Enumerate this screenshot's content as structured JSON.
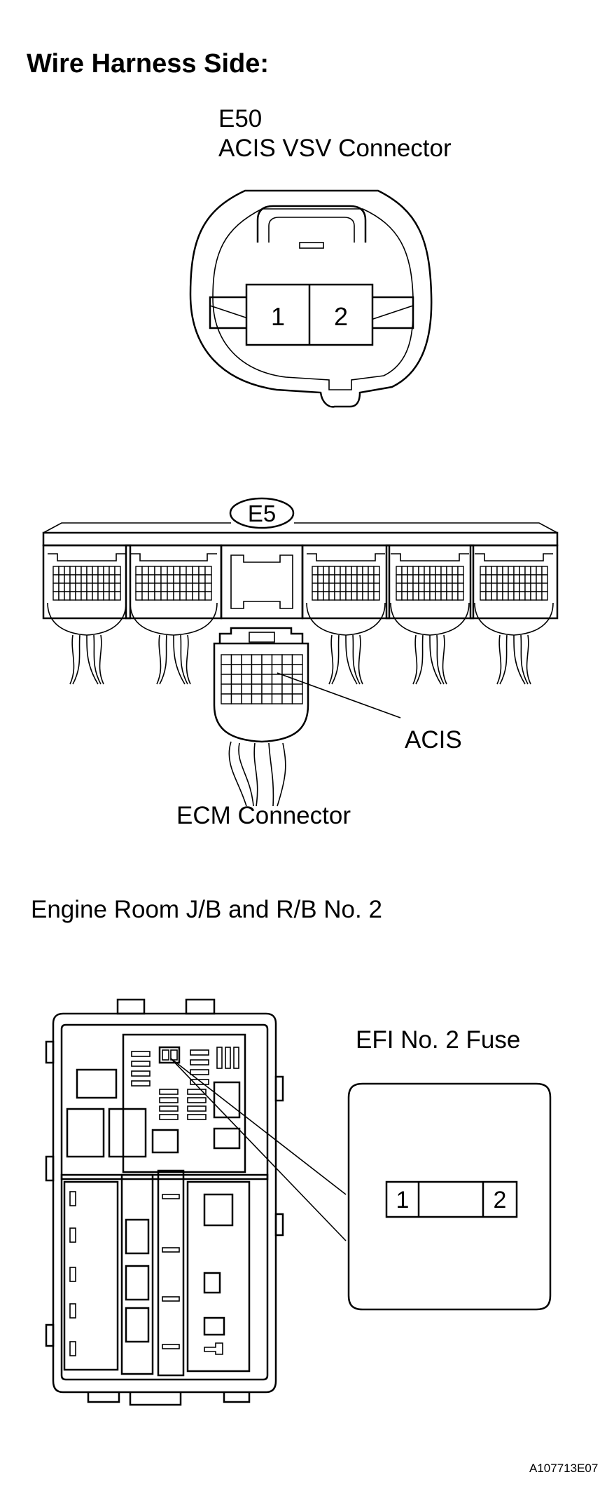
{
  "heading": "Wire Harness Side:",
  "vsv_connector": {
    "code": "E50",
    "name": "ACIS VSV Connector",
    "terminals": [
      "1",
      "2"
    ]
  },
  "ecm_connector": {
    "code": "E5",
    "pin_label": "ACIS",
    "caption": "ECM Connector"
  },
  "junction_block": {
    "title": "Engine Room J/B and R/B No. 2",
    "fuse_label": "EFI No. 2 Fuse",
    "fuse_terminals": [
      "1",
      "2"
    ]
  },
  "figure_code": "A107713E07"
}
